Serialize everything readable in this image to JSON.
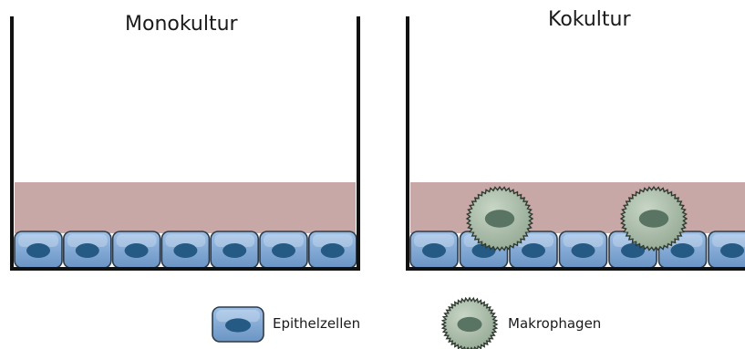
{
  "panels": {
    "left": {
      "title": "Monokultur"
    },
    "right": {
      "title": "Kokultur"
    }
  },
  "legend": {
    "epithelial": {
      "label": "Epithelzellen"
    },
    "macrophage": {
      "label": "Makrophagen"
    }
  },
  "colors": {
    "medium": "#c8a7a7",
    "epithelial_fill": "#7ea6d3",
    "epithelial_nucleus": "#245a84",
    "macrophage_fill": "#a9bba8",
    "macrophage_nucleus": "#5a7463",
    "wall": "#111111"
  }
}
